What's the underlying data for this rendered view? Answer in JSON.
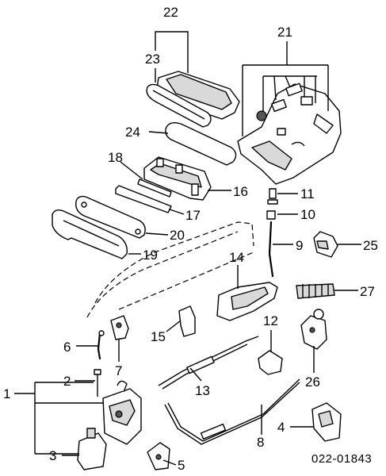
{
  "diagram": {
    "reference_code": "022-01843",
    "callouts": [
      "1",
      "2",
      "3",
      "4",
      "5",
      "6",
      "7",
      "8",
      "9",
      "10",
      "11",
      "12",
      "13",
      "14",
      "15",
      "16",
      "17",
      "18",
      "19",
      "20",
      "21",
      "22",
      "23",
      "24",
      "25",
      "26",
      "27"
    ]
  }
}
